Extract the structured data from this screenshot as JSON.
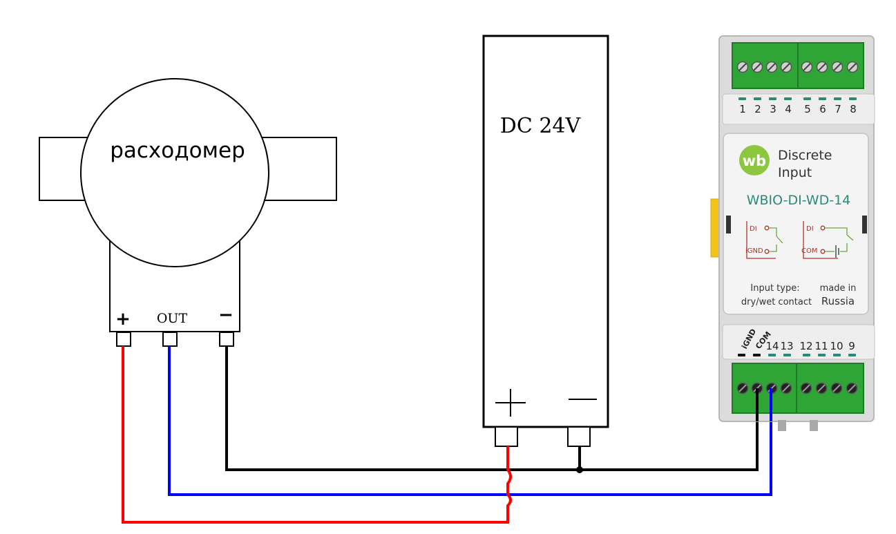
{
  "flowmeter": {
    "label": "расходомер",
    "terminals": {
      "plus": "+",
      "out": "OUT",
      "minus": "−"
    }
  },
  "power_supply": {
    "label": "DC 24V",
    "terminals": {
      "plus": "+",
      "minus": "−"
    }
  },
  "module": {
    "brand": "wb",
    "title_line1": "Discrete",
    "title_line2": "Input",
    "model": "WBIO-DI-WD-14",
    "top_channels": [
      "1",
      "2",
      "3",
      "4",
      "5",
      "6",
      "7",
      "8"
    ],
    "bottom_channels": [
      "iGND",
      "COM",
      "14",
      "13",
      "12",
      "11",
      "10",
      "9"
    ],
    "schematic_left": {
      "pin1": "DI",
      "pin2": "iGND"
    },
    "schematic_right": {
      "pin1": "DI",
      "pin2": "COM"
    },
    "input_type_label": "Input type:",
    "input_type_value": "dry/wet contact",
    "made_in_label": "made in",
    "made_in_value": "Russia"
  },
  "colors": {
    "wire_plus": "#ff0000",
    "wire_signal": "#0000ff",
    "wire_ground": "#000000",
    "terminal_green": "#2fa535",
    "brand_green": "#8dc63f",
    "model_teal": "#2a8a7a",
    "schematic_red": "#b5302a"
  }
}
